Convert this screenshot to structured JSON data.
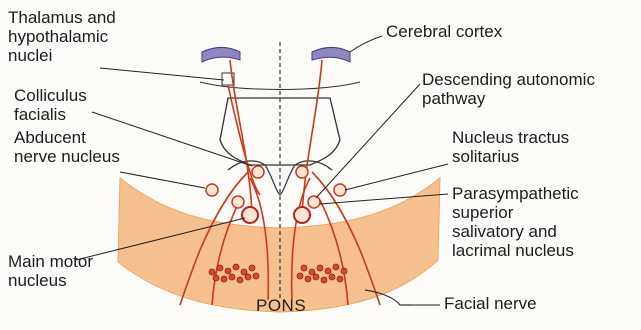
{
  "labels": {
    "thalamus": "Thalamus and\nhypothalamic\nnuclei",
    "cortex": "Cerebral cortex",
    "descending": "Descending autonomic\npathway",
    "colliculus": "Colliculus\nfacialis",
    "abducent": "Abducent\nnerve nucleus",
    "tractus": "Nucleus tractus\nsolitarius",
    "parasympathetic": "Parasympathetic\nsuperior\nsalivatory and\nlacrimal nucleus",
    "main_motor": "Main motor\nnucleus",
    "facial_nerve": "Facial nerve",
    "pons": "PONS"
  },
  "colors": {
    "pons_fill": "#f6c18e",
    "nerve_red": "#cc3a1c",
    "nucleus_red": "#b0241a",
    "outline": "#3a3a3a",
    "cortex_fill": "#8d86bf"
  }
}
